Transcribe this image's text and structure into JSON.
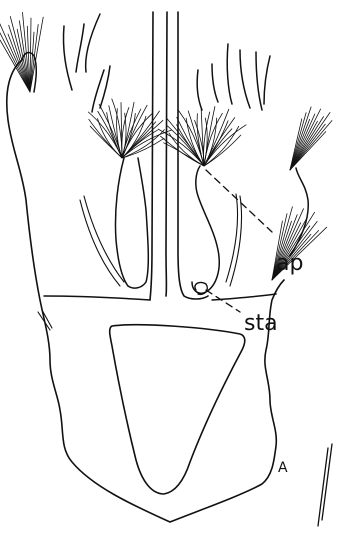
{
  "figure": {
    "panel_label": "A",
    "labels": {
      "ap": "ap",
      "sta": "sta"
    },
    "colors": {
      "ink": "#111111",
      "background": "#ffffff"
    }
  }
}
